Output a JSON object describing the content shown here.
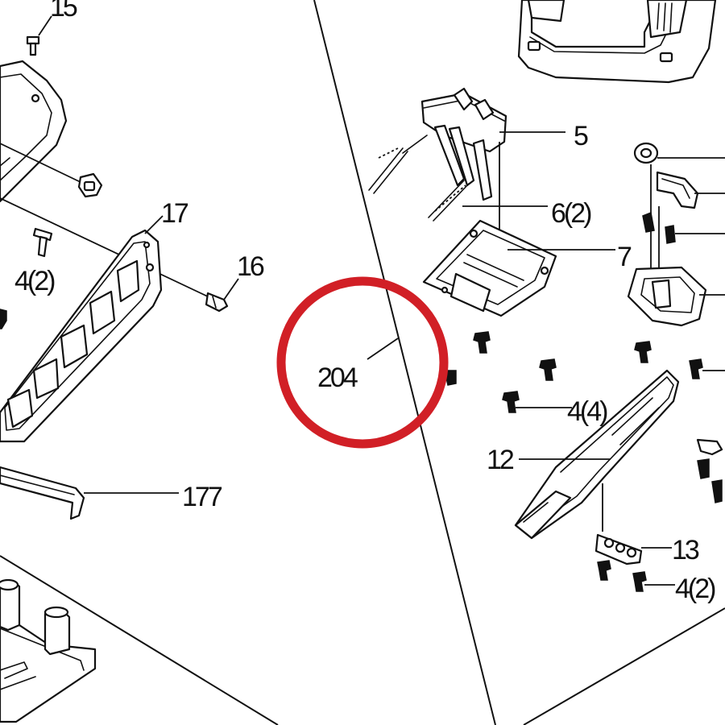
{
  "diagram": {
    "highlight_color": "#d11f26",
    "line_color": "#111111",
    "callouts": {
      "c15": "15",
      "c17": "17",
      "c4_2_left": "4(2)",
      "c16": "16",
      "c177": "177",
      "c204": "204",
      "c5": "5",
      "c6_2": "6(2)",
      "c7": "7",
      "c4_4": "4(4)",
      "c12": "12",
      "c13": "13",
      "c4_2_right": "4(2)"
    }
  }
}
